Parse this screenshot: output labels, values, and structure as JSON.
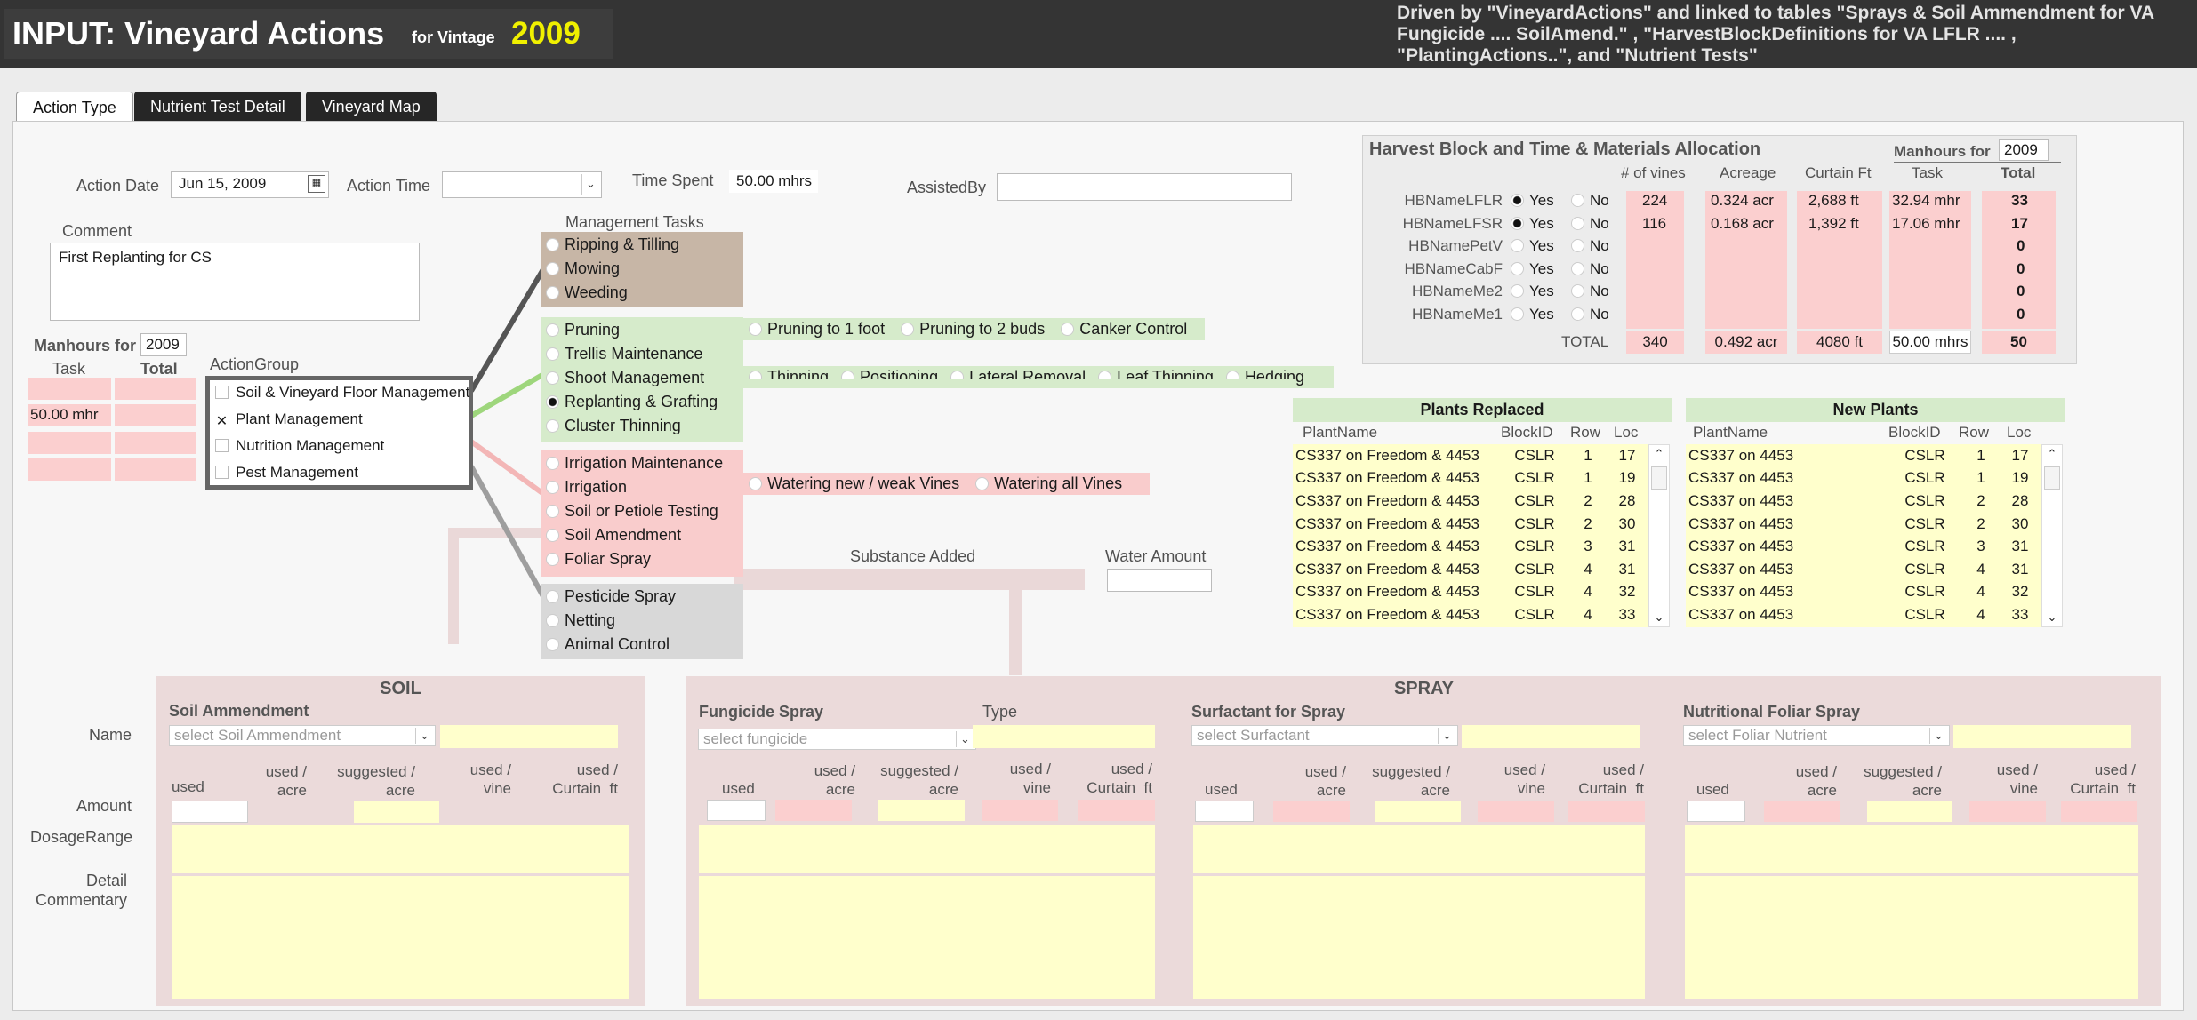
{
  "header": {
    "title": "INPUT: Vineyard Actions",
    "for_vintage_label": "for Vintage",
    "vintage": "2009",
    "note": "Driven by \"VineyardActions\" and linked to tables  \"Sprays & Soil Ammendment for VA Fungicide  .... SoilAmend.\" ,  \"HarvestBlockDefinitions for VA LFLR .... , \"PlantingActions..\", and \"Nutrient Tests\""
  },
  "tabs": [
    "Action Type",
    "Nutrient Test Detail",
    "Vineyard Map"
  ],
  "form": {
    "action_date_label": "Action Date",
    "action_date": "Jun 15, 2009",
    "action_time_label": "Action Time",
    "action_time": "",
    "time_spent_label": "Time Spent",
    "time_spent": "50.00 mhrs",
    "assisted_by_label": "AssistedBy",
    "assisted_by": "",
    "comment_label": "Comment",
    "comment": "First Replanting for CS"
  },
  "manhours_left": {
    "label": "Manhours for",
    "year": "2009",
    "task_label": "Task",
    "total_label": "Total",
    "rows": [
      [
        "",
        ""
      ],
      [
        "50.00  mhr",
        ""
      ],
      [
        "",
        ""
      ],
      [
        "",
        ""
      ]
    ]
  },
  "action_group": {
    "label": "ActionGroup",
    "items": [
      {
        "label": "Soil & Vineyard Floor Management",
        "mark": ""
      },
      {
        "label": "Plant Management",
        "mark": "✕"
      },
      {
        "label": "Nutrition Management",
        "mark": ""
      },
      {
        "label": "Pest Management",
        "mark": ""
      }
    ]
  },
  "management_tasks": {
    "label": "Management Tasks",
    "soil": [
      "Ripping & Tilling",
      "Mowing",
      "Weeding"
    ],
    "plant": [
      "Pruning",
      "Trellis Maintenance",
      "Shoot Management",
      "Replanting & Grafting",
      "Cluster Thinning"
    ],
    "plant_selected": "Replanting & Grafting",
    "nutrition": [
      "Irrigation Maintenance",
      "Irrigation",
      "Soil or Petiole Testing",
      "Soil Amendment",
      "Foliar Spray"
    ],
    "pest": [
      "Pesticide Spray",
      "Netting",
      "Animal Control"
    ]
  },
  "sub_options": {
    "pruning": [
      "Pruning to 1 foot",
      "Pruning to 2 buds",
      "Canker Control"
    ],
    "shoot": [
      "Thinning",
      "Positioning",
      "Lateral Removal",
      "Leaf Thinning",
      "Hedging"
    ],
    "irrigation": [
      "Watering new / weak Vines",
      "Watering all Vines"
    ]
  },
  "substance_added_label": "Substance Added",
  "water_amount_label": "Water Amount",
  "water_amount": "",
  "harvest": {
    "title": "Harvest Block and Time & Materials Allocation",
    "manhours_label": "Manhours for",
    "year": "2009",
    "col_vines": "# of vines",
    "col_acreage": "Acreage",
    "col_curtain": "Curtain Ft",
    "col_task": "Task",
    "col_total": "Total",
    "yes_label": "Yes",
    "no_label": "No",
    "rows": [
      {
        "name": "HBNameLFLR",
        "sel": "yes",
        "vines": "224",
        "acreage": "0.324  acr",
        "curtain": "2,688  ft",
        "task": "32.94  mhr",
        "total": "33"
      },
      {
        "name": "HBNameLFSR",
        "sel": "yes",
        "vines": "116",
        "acreage": "0.168  acr",
        "curtain": "1,392  ft",
        "task": "17.06  mhr",
        "total": "17"
      },
      {
        "name": "HBNamePetV",
        "sel": "",
        "vines": "",
        "acreage": "",
        "curtain": "",
        "task": "",
        "total": "0"
      },
      {
        "name": "HBNameCabF",
        "sel": "",
        "vines": "",
        "acreage": "",
        "curtain": "",
        "task": "",
        "total": "0"
      },
      {
        "name": "HBNameMe2",
        "sel": "",
        "vines": "",
        "acreage": "",
        "curtain": "",
        "task": "",
        "total": "0"
      },
      {
        "name": "HBNameMe1",
        "sel": "",
        "vines": "",
        "acreage": "",
        "curtain": "",
        "task": "",
        "total": "0"
      }
    ],
    "total_label": "TOTAL",
    "total_vines": "340",
    "total_acreage": "0.492  acr",
    "total_curtain": "4080  ft",
    "total_task": "50.00 mhrs",
    "total_total": "50"
  },
  "plants_replaced": {
    "title": "Plants Replaced",
    "cols": [
      "PlantName",
      "BlockID",
      "Row",
      "Loc"
    ],
    "rows": [
      [
        "CS337 on Freedom & 4453",
        "CSLR",
        "1",
        "17"
      ],
      [
        "CS337 on Freedom & 4453",
        "CSLR",
        "1",
        "19"
      ],
      [
        "CS337 on Freedom & 4453",
        "CSLR",
        "2",
        "28"
      ],
      [
        "CS337 on Freedom & 4453",
        "CSLR",
        "2",
        "30"
      ],
      [
        "CS337 on Freedom & 4453",
        "CSLR",
        "3",
        "31"
      ],
      [
        "CS337 on Freedom & 4453",
        "CSLR",
        "4",
        "31"
      ],
      [
        "CS337 on Freedom & 4453",
        "CSLR",
        "4",
        "32"
      ],
      [
        "CS337 on Freedom & 4453",
        "CSLR",
        "4",
        "33"
      ]
    ]
  },
  "new_plants": {
    "title": "New Plants",
    "cols": [
      "PlantName",
      "BlockID",
      "Row",
      "Loc"
    ],
    "rows": [
      [
        "CS337 on 4453",
        "CSLR",
        "1",
        "17"
      ],
      [
        "CS337 on 4453",
        "CSLR",
        "1",
        "19"
      ],
      [
        "CS337 on 4453",
        "CSLR",
        "2",
        "28"
      ],
      [
        "CS337 on 4453",
        "CSLR",
        "2",
        "30"
      ],
      [
        "CS337 on 4453",
        "CSLR",
        "3",
        "31"
      ],
      [
        "CS337 on 4453",
        "CSLR",
        "4",
        "31"
      ],
      [
        "CS337 on 4453",
        "CSLR",
        "4",
        "32"
      ],
      [
        "CS337 on 4453",
        "CSLR",
        "4",
        "33"
      ]
    ]
  },
  "soil": {
    "header": "SOIL",
    "name_label": "Name",
    "amount_label": "Amount",
    "dosage_label": "DosageRange",
    "commentary_label": "Detail\nCommentary",
    "sub_title": "Soil Ammendment",
    "select_placeholder": "select Soil Ammendment",
    "used": "used",
    "used_acre": "used /\nacre",
    "suggested_acre": "suggested /\nacre",
    "used_vine": "used /\nvine",
    "used_curtain": "used /\nCurtain  ft"
  },
  "spray": {
    "header": "SPRAY",
    "fungicide": {
      "title": "Fungicide Spray",
      "type_label": "Type",
      "placeholder": "select fungicide"
    },
    "surfactant": {
      "title": "Surfactant for Spray",
      "placeholder": "select Surfactant"
    },
    "foliar": {
      "title": "Nutritional Foliar Spray",
      "placeholder": "select Foliar Nutrient"
    }
  },
  "colors": {
    "soil_green": "#d6ebcb",
    "task_brown": "#c7b6a6",
    "task_pink": "#f9cccc",
    "task_gray": "#d8d8d8",
    "field_pink": "#fbcfcf",
    "field_yellow": "#ffffcc",
    "bottom_panel": "#ebdada"
  },
  "icons": [
    "calendar-icon",
    "chevron-down-icon",
    "scroll-up-icon",
    "scroll-down-icon"
  ]
}
